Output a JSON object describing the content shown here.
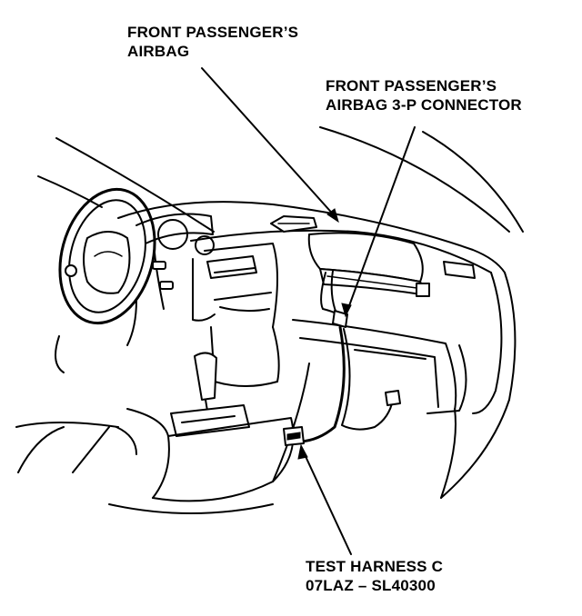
{
  "labels": {
    "airbag": [
      "FRONT PASSENGER’S",
      "AIRBAG"
    ],
    "connector": [
      "FRONT PASSENGER’S",
      "AIRBAG 3-P CONNECTOR"
    ],
    "harness": [
      "TEST HARNESS C",
      "07LAZ – SL40300"
    ]
  },
  "colors": {
    "ink": "#000000",
    "paper": "#ffffff"
  }
}
